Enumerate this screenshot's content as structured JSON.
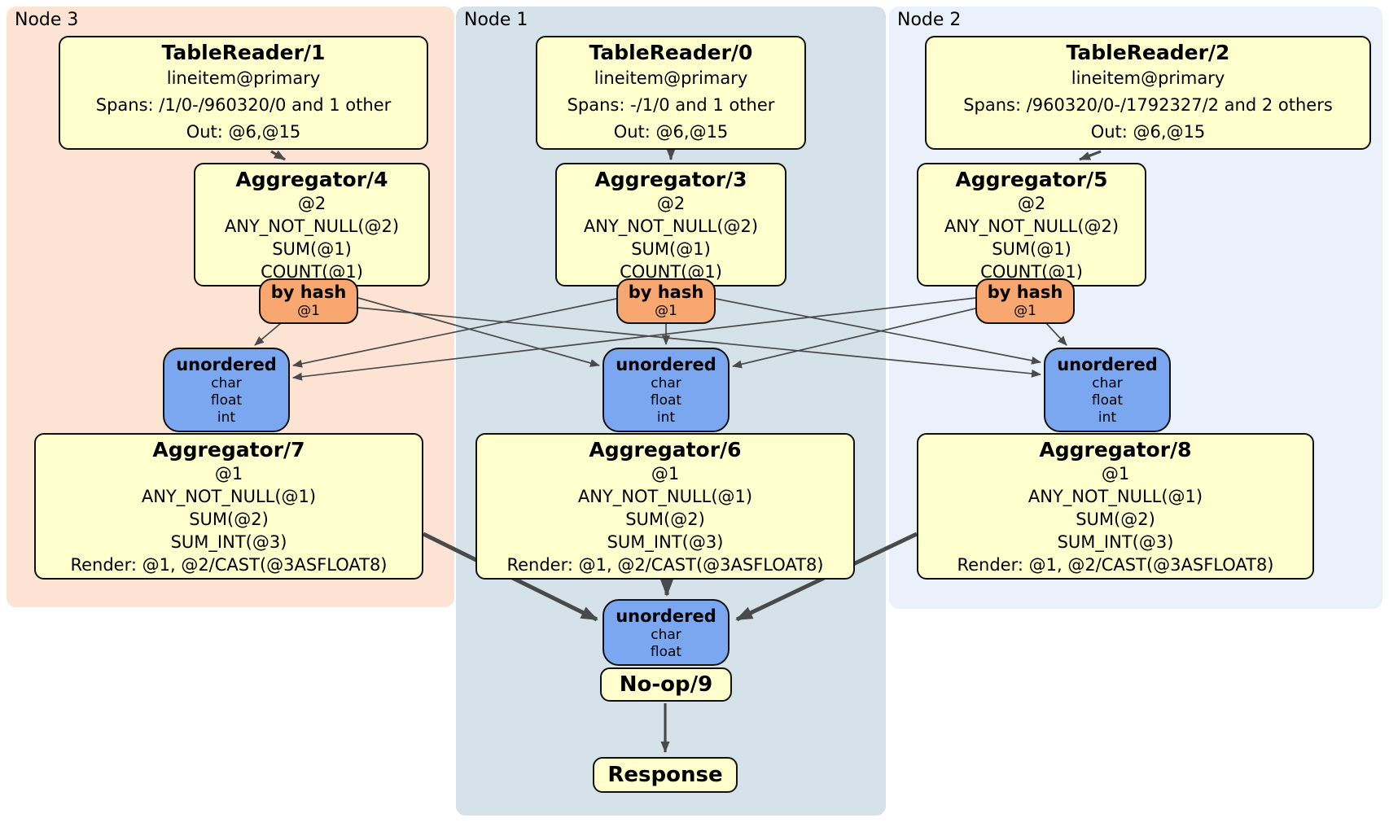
{
  "colors": {
    "page-bg": "#ffffff",
    "node3-bg": "#fce3d3",
    "node1-bg": "#d5e2ea",
    "node2-bg": "#ebf1fa",
    "box-bg": "#ffffce",
    "router-bg": "#f7a76f",
    "sync-bg": "#7aa7f0",
    "edge": "#4a4a4a",
    "border": "#111111",
    "text": "#000000"
  },
  "panels": {
    "node3": {
      "label": "Node 3"
    },
    "node1": {
      "label": "Node 1"
    },
    "node2": {
      "label": "Node 2"
    }
  },
  "boxes": {
    "tr1": {
      "title": "TableReader/1",
      "lines": [
        "lineitem@primary",
        "Spans: /1/0-/960320/0 and 1 other",
        "Out: @6,@15"
      ]
    },
    "tr0": {
      "title": "TableReader/0",
      "lines": [
        "lineitem@primary",
        "Spans: -/1/0 and 1 other",
        "Out: @6,@15"
      ]
    },
    "tr2": {
      "title": "TableReader/2",
      "lines": [
        "lineitem@primary",
        "Spans: /960320/0-/1792327/2 and 2 others",
        "Out: @6,@15"
      ]
    },
    "agg4": {
      "title": "Aggregator/4",
      "lines": [
        "@2",
        "ANY_NOT_NULL(@2)",
        "SUM(@1)",
        "COUNT(@1)"
      ]
    },
    "agg3": {
      "title": "Aggregator/3",
      "lines": [
        "@2",
        "ANY_NOT_NULL(@2)",
        "SUM(@1)",
        "COUNT(@1)"
      ]
    },
    "agg5": {
      "title": "Aggregator/5",
      "lines": [
        "@2",
        "ANY_NOT_NULL(@2)",
        "SUM(@1)",
        "COUNT(@1)"
      ]
    },
    "agg7": {
      "title": "Aggregator/7",
      "lines": [
        "@1",
        "ANY_NOT_NULL(@1)",
        "SUM(@2)",
        "SUM_INT(@3)",
        "Render: @1, @2/CAST(@3ASFLOAT8)"
      ]
    },
    "agg6": {
      "title": "Aggregator/6",
      "lines": [
        "@1",
        "ANY_NOT_NULL(@1)",
        "SUM(@2)",
        "SUM_INT(@3)",
        "Render: @1, @2/CAST(@3ASFLOAT8)"
      ]
    },
    "agg8": {
      "title": "Aggregator/8",
      "lines": [
        "@1",
        "ANY_NOT_NULL(@1)",
        "SUM(@2)",
        "SUM_INT(@3)",
        "Render: @1, @2/CAST(@3ASFLOAT8)"
      ]
    },
    "noop": {
      "title": "No-op/9"
    },
    "response": {
      "title": "Response"
    }
  },
  "routers": {
    "node3": {
      "title": "by hash",
      "key": "@1"
    },
    "node1": {
      "title": "by hash",
      "key": "@1"
    },
    "node2": {
      "title": "by hash",
      "key": "@1"
    }
  },
  "syncs": {
    "node3": {
      "title": "unordered",
      "types": [
        "char",
        "float",
        "int"
      ]
    },
    "node1": {
      "title": "unordered",
      "types": [
        "char",
        "float",
        "int"
      ]
    },
    "node2": {
      "title": "unordered",
      "types": [
        "char",
        "float",
        "int"
      ]
    },
    "final": {
      "title": "unordered",
      "types": [
        "char",
        "float"
      ]
    }
  }
}
